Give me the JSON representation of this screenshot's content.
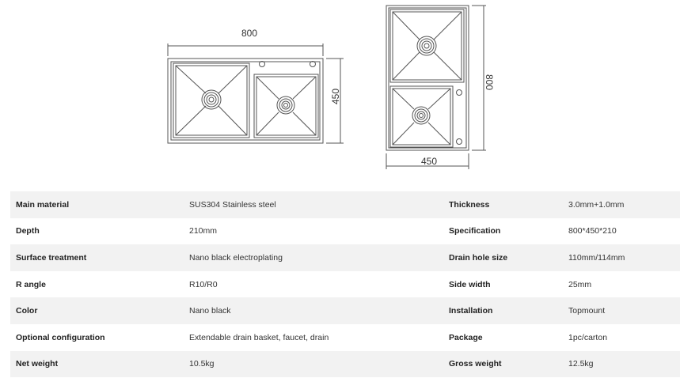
{
  "drawing": {
    "left_view": {
      "width_label": "800",
      "height_label": "450"
    },
    "right_view": {
      "height_label": "800",
      "width_label": "450"
    }
  },
  "specs": [
    {
      "label_left": "Main material",
      "value_left": "SUS304 Stainless steel",
      "label_right": "Thickness",
      "value_right": "3.0mm+1.0mm"
    },
    {
      "label_left": "Depth",
      "value_left": "210mm",
      "label_right": "Specification",
      "value_right": "800*450*210"
    },
    {
      "label_left": "Surface treatment",
      "value_left": "Nano black electroplating",
      "label_right": "Drain hole size",
      "value_right": "110mm/114mm"
    },
    {
      "label_left": "R angle",
      "value_left": "R10/R0",
      "label_right": "Side width",
      "value_right": "25mm"
    },
    {
      "label_left": "Color",
      "value_left": "Nano black",
      "label_right": "Installation",
      "value_right": "Topmount"
    },
    {
      "label_left": "Optional configuration",
      "value_left": "Extendable drain basket, faucet, drain",
      "label_right": "Package",
      "value_right": "1pc/carton"
    },
    {
      "label_left": "Net weight",
      "value_left": "10.5kg",
      "label_right": "Gross weight",
      "value_right": "12.5kg"
    }
  ]
}
